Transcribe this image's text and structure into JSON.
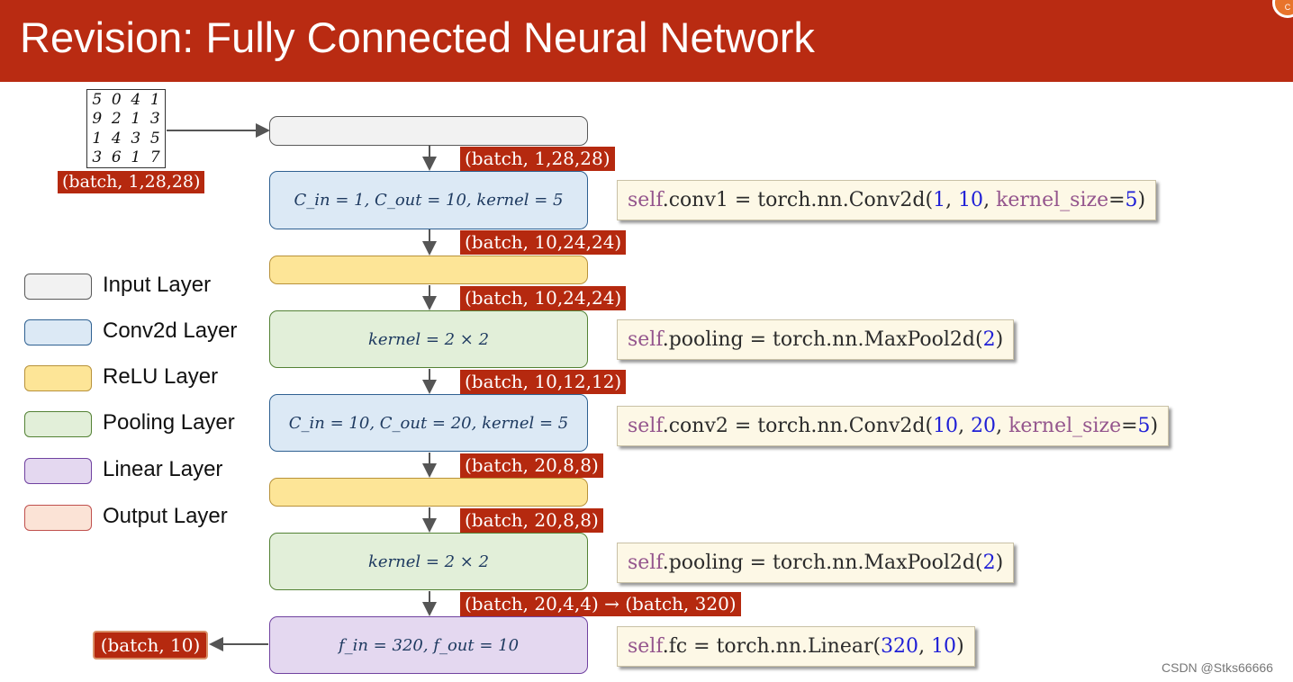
{
  "title": "Revision: Fully Connected Neural Network",
  "corner_badge": "C",
  "input_image_digits": [
    "5",
    "0",
    "4",
    "1",
    "9",
    "2",
    "1",
    "3",
    "1",
    "4",
    "3",
    "5",
    "3",
    "6",
    "1",
    "7"
  ],
  "input_shape_label": "(batch, 1,28,28)",
  "layers": [
    {
      "type": "input",
      "text": ""
    },
    {
      "type": "conv",
      "text": "C_in = 1, C_out = 10, kernel = 5"
    },
    {
      "type": "relu",
      "text": ""
    },
    {
      "type": "pooling",
      "text": "kernel = 2 × 2"
    },
    {
      "type": "conv",
      "text": "C_in = 10, C_out = 20, kernel = 5"
    },
    {
      "type": "relu",
      "text": ""
    },
    {
      "type": "pooling",
      "text": "kernel = 2 × 2"
    },
    {
      "type": "linear",
      "text": "f_in = 320, f_out = 10"
    }
  ],
  "shape_tags": [
    "(batch, 1,28,28)",
    "(batch, 10,24,24)",
    "(batch, 10,24,24)",
    "(batch, 10,12,12)",
    "(batch, 20,8,8)",
    "(batch, 20,8,8)",
    "(batch, 20,4,4) → (batch, 320)"
  ],
  "code_lines": [
    {
      "obj": "self",
      "rest": ".conv1 = torch.nn.Conv2d(",
      "args": [
        [
          "num",
          "1"
        ],
        [
          "plain",
          ",  "
        ],
        [
          "num",
          "10"
        ],
        [
          "plain",
          ",  "
        ],
        [
          "kw",
          "kernel_size"
        ],
        [
          "plain",
          "="
        ],
        [
          "num",
          "5"
        ],
        [
          "plain",
          ")"
        ]
      ]
    },
    {
      "obj": "self",
      "rest": ".pooling = torch.nn.MaxPool2d(",
      "args": [
        [
          "num",
          "2"
        ],
        [
          "plain",
          ")"
        ]
      ]
    },
    {
      "obj": "self",
      "rest": ".conv2 = torch.nn.Conv2d(",
      "args": [
        [
          "num",
          "10"
        ],
        [
          "plain",
          ",  "
        ],
        [
          "num",
          "20"
        ],
        [
          "plain",
          ",  "
        ],
        [
          "kw",
          "kernel_size"
        ],
        [
          "plain",
          "="
        ],
        [
          "num",
          "5"
        ],
        [
          "plain",
          ")"
        ]
      ]
    },
    {
      "obj": "self",
      "rest": ".pooling = torch.nn.MaxPool2d(",
      "args": [
        [
          "num",
          "2"
        ],
        [
          "plain",
          ")"
        ]
      ]
    },
    {
      "obj": "self",
      "rest": ".fc = torch.nn.Linear(",
      "args": [
        [
          "num",
          "320"
        ],
        [
          "plain",
          ",  "
        ],
        [
          "num",
          "10"
        ],
        [
          "plain",
          ")"
        ]
      ]
    }
  ],
  "legend": [
    {
      "label": "Input Layer",
      "fill": "#f2f2f2",
      "border": "#595959"
    },
    {
      "label": "Conv2d Layer",
      "fill": "#dce9f5",
      "border": "#2e6091"
    },
    {
      "label": "ReLU Layer",
      "fill": "#fde597",
      "border": "#b8923a"
    },
    {
      "label": "Pooling Layer",
      "fill": "#e2efd9",
      "border": "#548235"
    },
    {
      "label": "Linear Layer",
      "fill": "#e4d8f0",
      "border": "#7042a0"
    },
    {
      "label": "Output Layer",
      "fill": "#fbe3d6",
      "border": "#c0504d"
    }
  ],
  "output_label": "(batch, 10)",
  "watermark": "CSDN @Stks66666"
}
